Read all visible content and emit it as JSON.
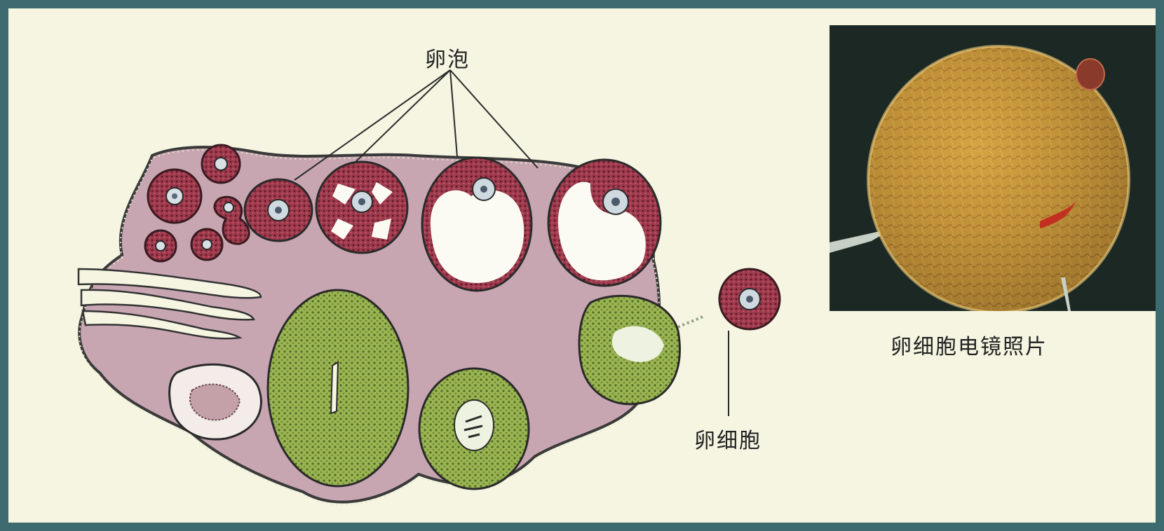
{
  "labels": {
    "follicles": "卵泡",
    "oocyte": "卵细胞",
    "photo_caption": "卵细胞电镜照片"
  },
  "colors": {
    "background": "#f5f5e2",
    "frame": "#3d6b6f",
    "ovary_tissue": "#c7a6b1",
    "follicle_red": "#8a2b3c",
    "corpus_luteum": "#8fa84a",
    "egg_gold": "#c69a3a"
  }
}
